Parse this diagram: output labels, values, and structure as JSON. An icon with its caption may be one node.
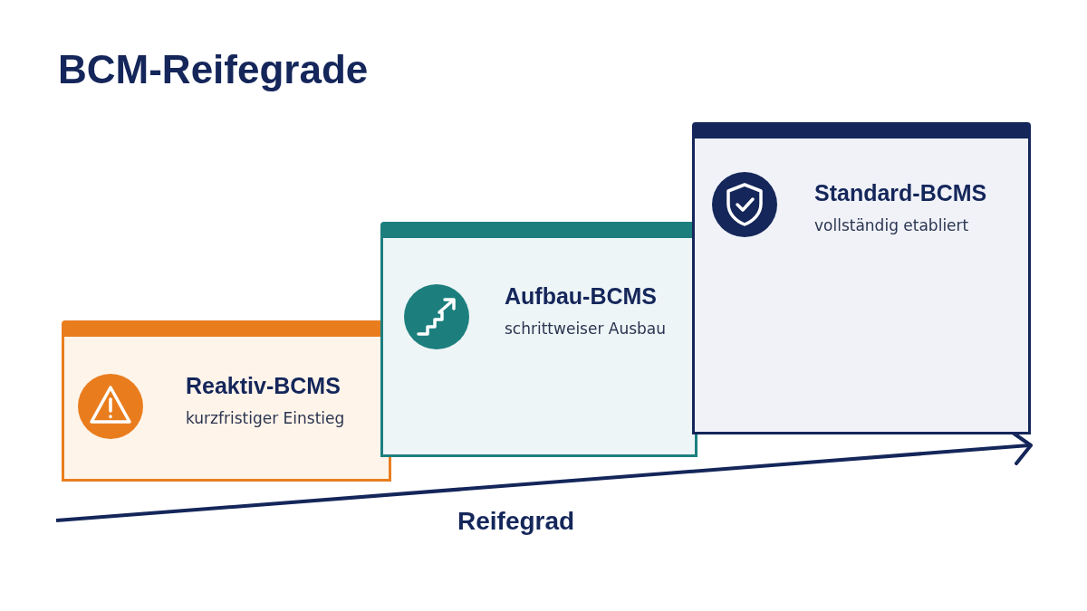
{
  "diagram": {
    "title": "BCM-Reifegrade",
    "nodes": [
      {
        "text": [
          "Reaktiv-BCMS",
          "kurzfristiger Einstieg"
        ]
      },
      {
        "text": [
          "Aufbau-BCMS",
          "schrittweiser Ausbau"
        ]
      },
      {
        "text": [
          "Standard-BCMS",
          "vollständig etabliert"
        ]
      }
    ],
    "labels": [
      "Reifegrad"
    ]
  }
}
